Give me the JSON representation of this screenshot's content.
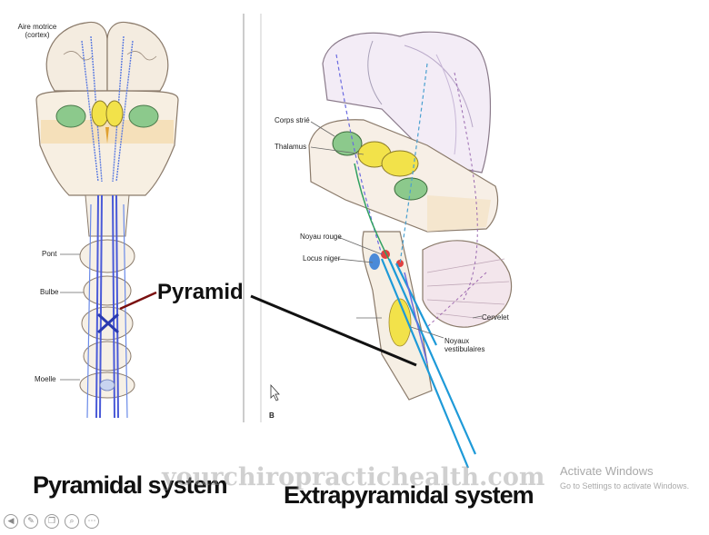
{
  "panel_left": {
    "labels": {
      "motor_cortex": "Aire motrice (cortex)",
      "pons": "Pont",
      "medulla": "Bulbe",
      "spinal_cord": "Moelle"
    },
    "annotation": "Pyramid"
  },
  "panel_right": {
    "panel_letter": "B",
    "labels": {
      "striatum": "Corps strié",
      "thalamus": "Thalamus",
      "red_nucleus": "Noyau rouge",
      "substantia_nigra": "Locus niger",
      "cerebellum": "Cervelet",
      "vestibular_nuclei": "Noyaux vestibulaires"
    }
  },
  "captions": {
    "left": "Pyramidal system",
    "right": "Extrapyramidal system"
  },
  "watermark": "yourchiropractichealth.com",
  "windows_notice": {
    "title": "Activate Windows",
    "subtitle": "Go to Settings to activate Windows."
  },
  "colors": {
    "tract_blue": "#3a5bd0",
    "tract_light_blue": "#2aa8e0",
    "pointer_dark_red": "#7a1010",
    "basal_ganglia_green": "#7fbf7f",
    "thalamus_yellow": "#f2e24a"
  }
}
